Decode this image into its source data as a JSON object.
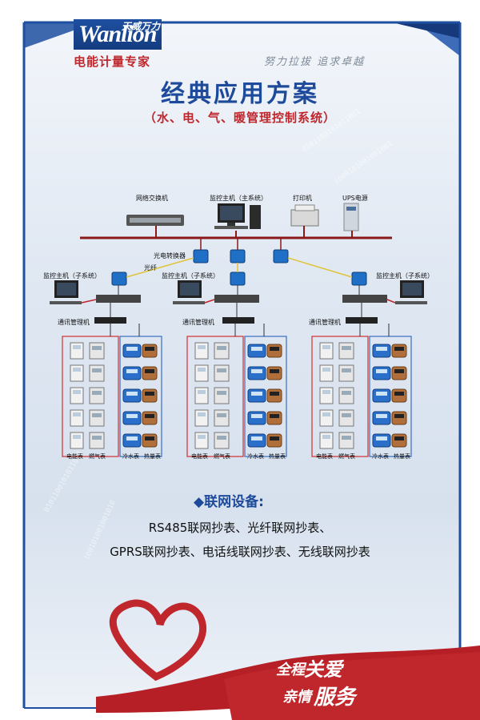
{
  "header": {
    "logo_en": "Wanlion",
    "logo_cn": "天威万力",
    "tagline": "电能计量专家",
    "slogan": "努力拉拔  追求卓越"
  },
  "title": "经典应用方案",
  "subtitle": "（水、电、气、暖管理控制系统）",
  "diagram": {
    "switch_label": "网络交换机",
    "main_host_label": "监控主机（主系统）",
    "printer_label": "打印机",
    "ups_label": "UPS电源",
    "converter_label": "光电转换器",
    "fiber_label": "光纤",
    "sub_host_labels": [
      "监控主机（子系统）",
      "监控主机（子系统）",
      "监控主机（子系统）"
    ],
    "comm_labels": [
      "通讯管理机",
      "通讯管理机",
      "通讯管理机"
    ],
    "meter_labels": [
      "电能表",
      "燃气表",
      "冷水表",
      "热量表"
    ]
  },
  "features": {
    "heading": "联网设备:",
    "bullet": "◆",
    "line1": "RS485联网抄表、光纤联网抄表、",
    "line2": "GPRS联网抄表、电话线联网抄表、无线联网抄表"
  },
  "ribbon": {
    "w1": "全程",
    "w2": "关爱",
    "w3": "亲情",
    "w4": "服务"
  },
  "colors": {
    "brand_blue": "#1d4a9a",
    "accent_red": "#c0272d",
    "bus_red": "#8a1a1a",
    "fiber_yellow": "#e0c43a"
  }
}
